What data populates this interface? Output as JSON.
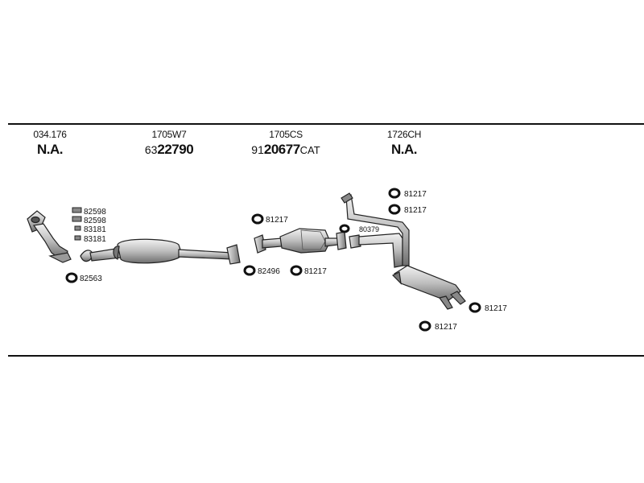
{
  "columns": [
    {
      "part": "034.176",
      "value": "N.A."
    },
    {
      "part": "1705W7",
      "prefix": "63",
      "number": "22790"
    },
    {
      "part": "1705CS",
      "prefix": "91",
      "number": "20677",
      "suffix": "CAT"
    },
    {
      "part": "1726CH",
      "value": "N.A."
    }
  ],
  "callouts": {
    "c1": "82598",
    "c2": "82598",
    "c3": "83181",
    "c4": "83181",
    "c5": "82563",
    "c6": "81217",
    "c7": "82496",
    "c8": "81217",
    "c9": "80379",
    "c10": "81217",
    "c11": "81217",
    "c12": "81217",
    "c13": "81217"
  }
}
